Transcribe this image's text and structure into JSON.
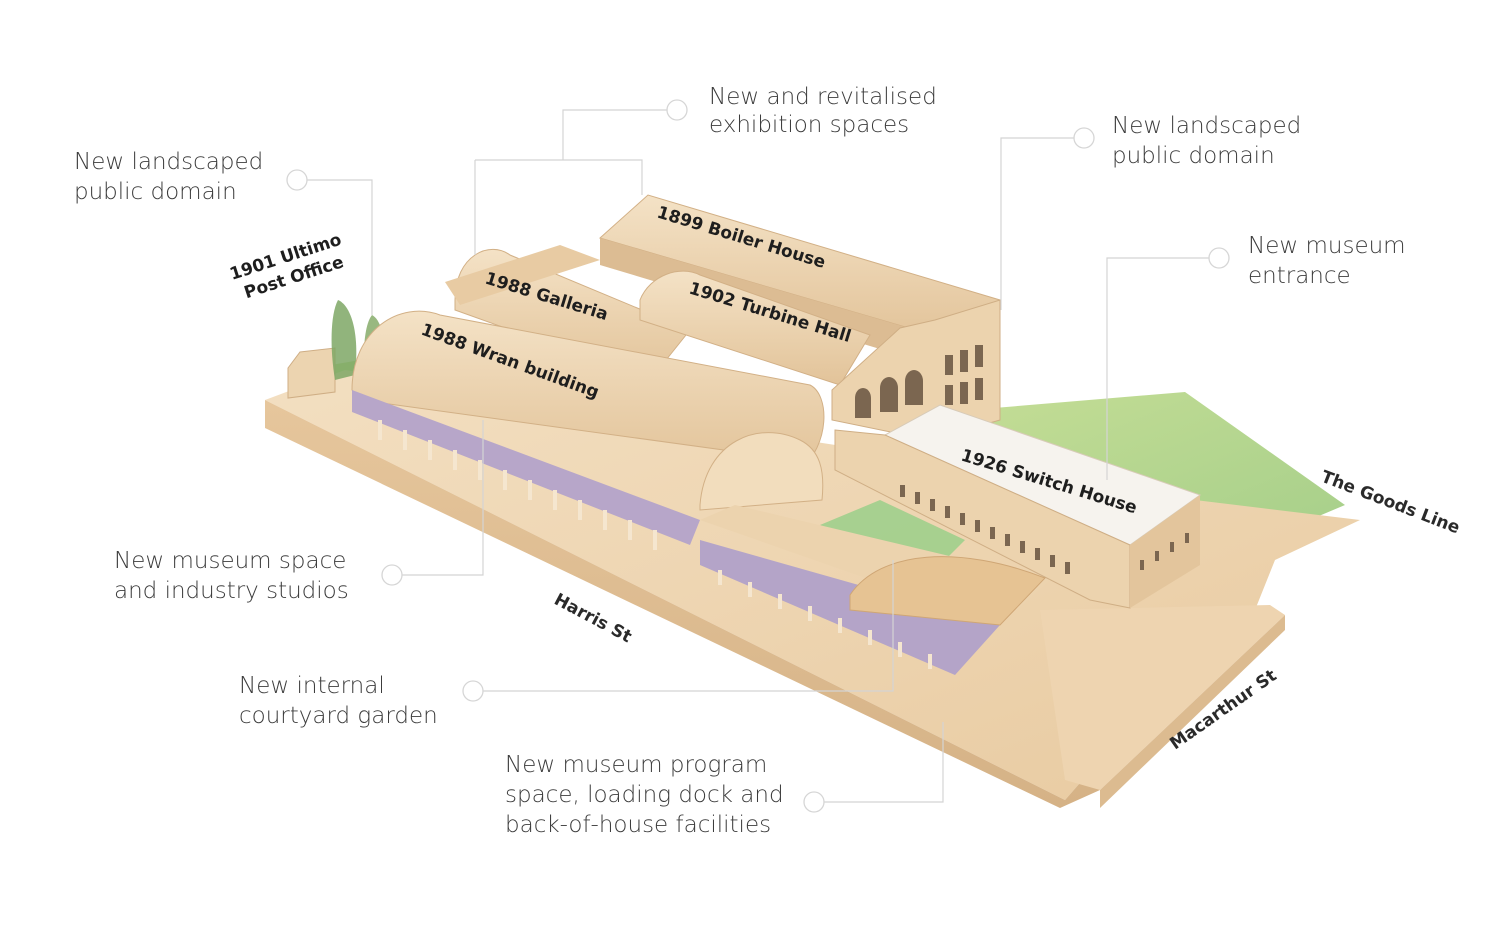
{
  "callouts": {
    "public_domain_left": [
      "New landscaped",
      "public domain"
    ],
    "exhibition": [
      "New and revitalised",
      "exhibition spaces"
    ],
    "public_domain_right": [
      "New landscaped",
      "public domain"
    ],
    "entrance": [
      "New museum",
      "entrance"
    ],
    "studios": [
      "New museum space",
      "and industry studios"
    ],
    "courtyard": [
      "New internal",
      "courtyard garden"
    ],
    "program": [
      "New museum program",
      "space, loading dock and",
      "back-of-house facilities"
    ]
  },
  "buildings": {
    "post_office": [
      "1901 Ultimo",
      "Post Office"
    ],
    "boiler_house": "1899 Boiler House",
    "galleria": "1988 Galleria",
    "turbine_hall": "1902 Turbine Hall",
    "wran_building": "1988 Wran building",
    "switch_house": "1926 Switch House"
  },
  "streets": {
    "harris": "Harris St",
    "goods_line": "The Goods Line",
    "macarthur": "Macarthur St"
  },
  "colors": {
    "wood": "#ecd2ad",
    "wood_dark": "#d9b88c",
    "grass": "#b7d58f",
    "leader_line": "#d4d4d4",
    "text": "#3c3c3c"
  }
}
